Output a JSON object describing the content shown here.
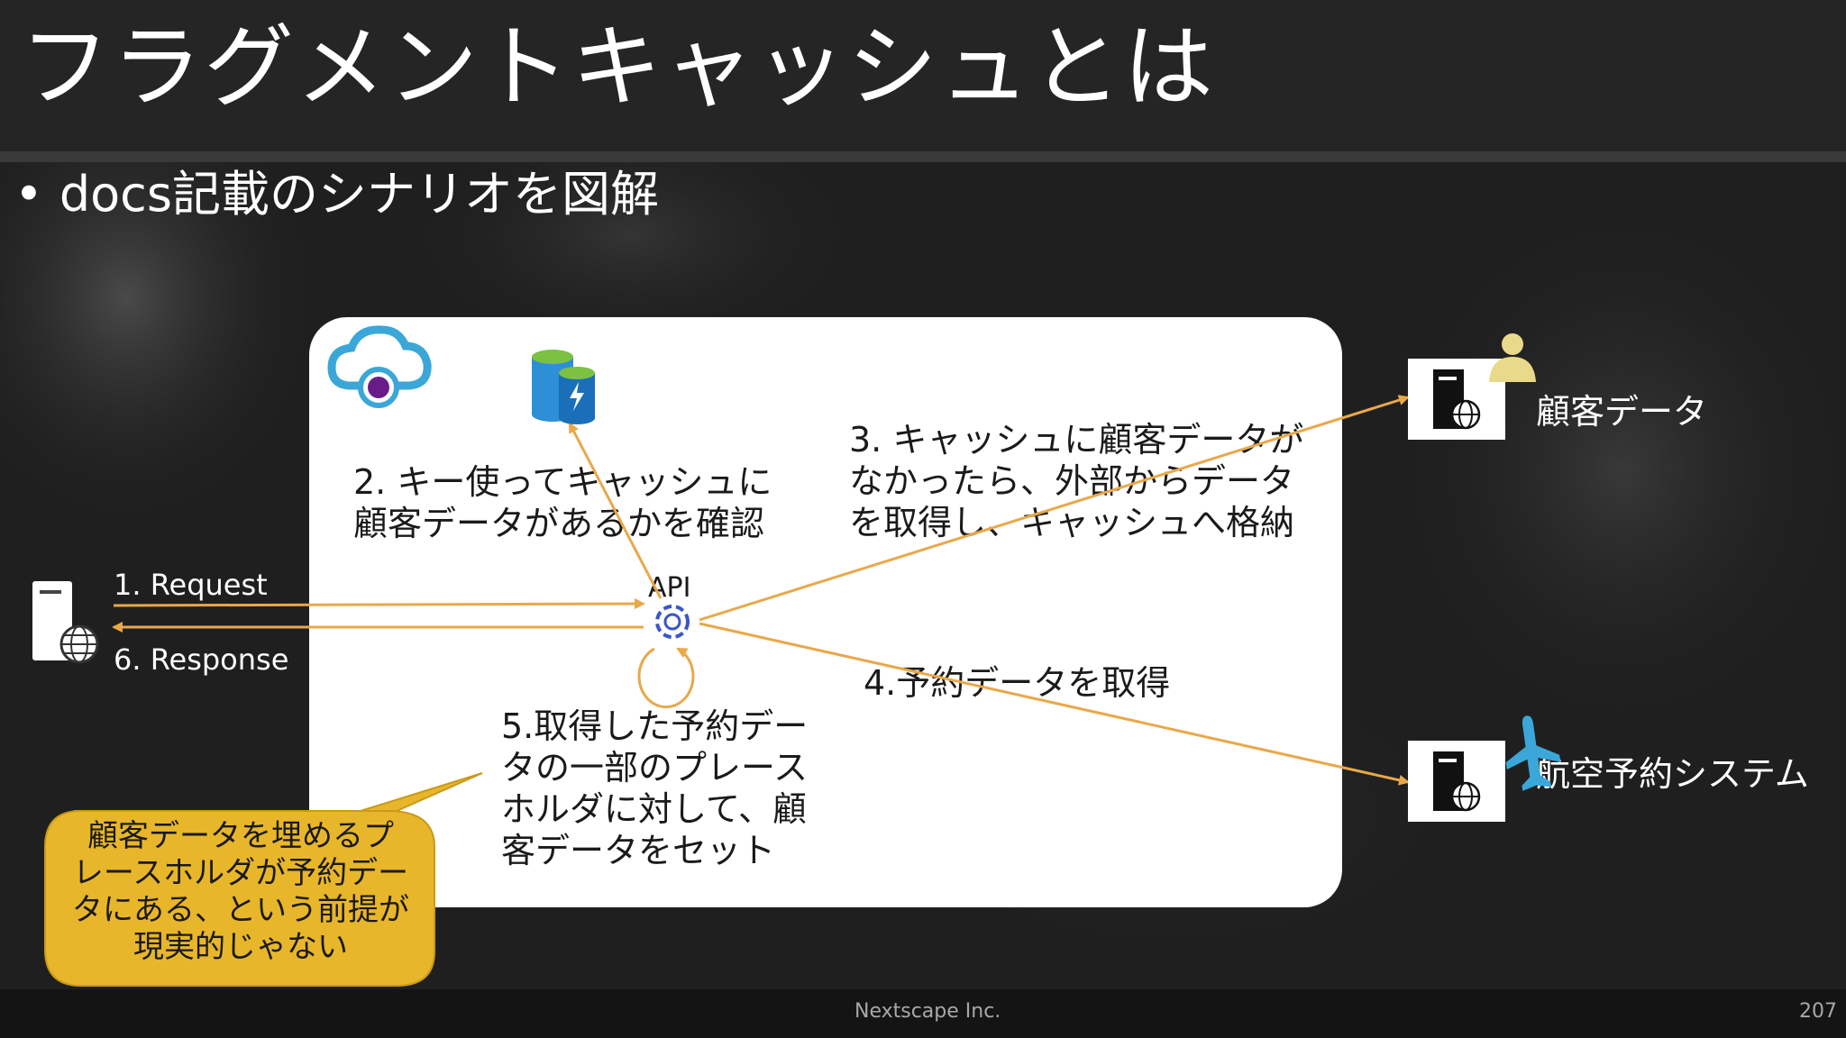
{
  "slide": {
    "title": "フラグメントキャッシュとは",
    "bullet": "docs記載のシナリオを図解",
    "footer_company": "Nextscape Inc.",
    "page_number": "207"
  },
  "diagram": {
    "step_request": "1. Request",
    "step_response": "6. Response",
    "api_label": "API",
    "step2": "2. キー使ってキャッシュに\n顧客データがあるかを確認",
    "step3": "3. キャッシュに顧客データが\nなかったら、外部からデータ\nを取得し、キャッシュへ格納",
    "step4": "4.予約データを取得",
    "step5": "5.取得した予約デー\nタの一部のプレース\nホルダに対して、顧\n客データをセット",
    "customer_data_label": "顧客データ",
    "reservation_system_label": "航空予約システム",
    "callout": "顧客データを埋めるプ\nレースホルダが予約デー\nタにある、という前提が\n現実的じゃない"
  },
  "colors": {
    "arrow": "#e9a84a",
    "callout_fill": "#e8b62a",
    "api_gear": "#3a56c8",
    "cloud": "#3aa7d8",
    "cloud_dot": "#6a1b8a",
    "storage": "#2d8fd6",
    "storage_top": "#7cc142",
    "plane": "#3aa7d8",
    "person": "#e9d98a"
  },
  "icons": [
    "app-service-cloud-icon",
    "redis-cache-icon",
    "web-server-icon",
    "api-gear-icon",
    "person-icon",
    "airplane-icon"
  ]
}
